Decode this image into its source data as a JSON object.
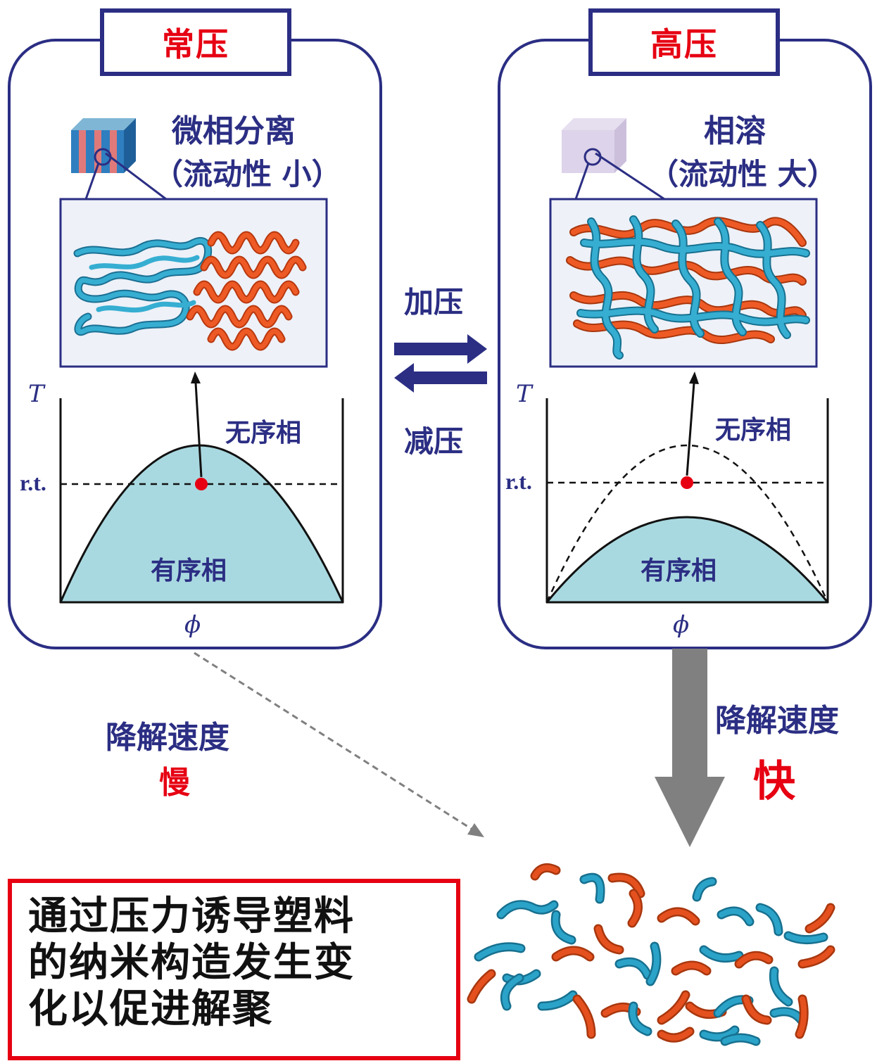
{
  "left_panel": {
    "title": "常压",
    "state_line1": "微相分离",
    "state_line2": "（流动性 小）",
    "disordered_label": "无序相",
    "ordered_label": "有序相",
    "axis_y": "T",
    "axis_x": "ϕ",
    "rt_label": "r.t."
  },
  "right_panel": {
    "title": "高压",
    "state_line1": "相溶",
    "state_line2": "（流动性 大）",
    "disordered_label": "无序相",
    "ordered_label": "有序相",
    "axis_y": "T",
    "axis_x": "ϕ",
    "rt_label": "r.t."
  },
  "middle": {
    "pressurize": "加压",
    "depressurize": "减压"
  },
  "degradation": {
    "slow_label": "降解速度",
    "slow_value": "慢",
    "fast_label": "降解速度",
    "fast_value": "快"
  },
  "conclusion": {
    "line1": "通过压力诱导塑料",
    "line2": "的纳米构造发生变",
    "line3": "化以促进解聚"
  },
  "colors": {
    "navy": "#2b2e83",
    "red": "#e60012",
    "ordered_fill": "#a9d9e0",
    "chain_blue": "#2ba3c8",
    "chain_orange": "#e5501f",
    "gray_arrow": "#808080"
  }
}
